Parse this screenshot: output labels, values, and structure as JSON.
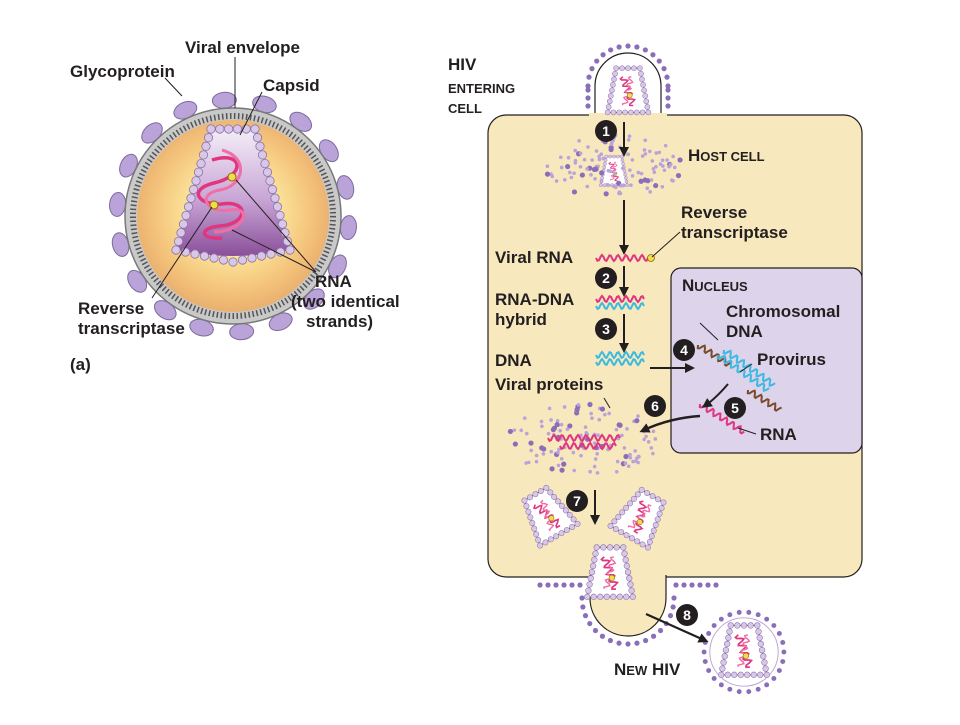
{
  "panel_a": {
    "labels": {
      "viral_envelope": "Viral envelope",
      "glycoprotein": "Glycoprotein",
      "capsid": "Capsid",
      "rna_1": "RNA",
      "rna_2": "(two identical",
      "rna_3": "strands)",
      "rt_1": "Reverse",
      "rt_2": "transcriptase",
      "panel_tag": "(a)"
    }
  },
  "panel_b": {
    "hiv_entering_1": "HIV",
    "hiv_entering_2": "ENTERING",
    "hiv_entering_3": "CELL",
    "host_cell_big": "H",
    "host_cell_small": "OST CELL",
    "reverse_transcriptase_1": "Reverse",
    "reverse_transcriptase_2": "transcriptase",
    "viral_rna": "Viral RNA",
    "rna_dna_1": "RNA-DNA",
    "rna_dna_2": "hybrid",
    "dna": "DNA",
    "viral_proteins": "Viral proteins",
    "nucleus_big": "N",
    "nucleus_small": "UCLEUS",
    "chromosomal_1": "Chromosomal",
    "chromosomal_2": "DNA",
    "provirus": "Provirus",
    "rna": "RNA",
    "new_hiv_big": "N",
    "new_hiv_small": "EW",
    "new_hiv_rest": " HIV",
    "steps": [
      "1",
      "2",
      "3",
      "4",
      "5",
      "6",
      "7",
      "8"
    ]
  },
  "colors": {
    "host_cell_fill": "#f7e8bd",
    "nucleus_fill": "#ddd3ea",
    "glycoprotein": "#b9a3d9",
    "rna_strand": "#e0357f",
    "dna_strand": "#3cb9e0",
    "chromosomal_dna": "#7a4a2a",
    "enzyme": "#f3dc4a"
  }
}
